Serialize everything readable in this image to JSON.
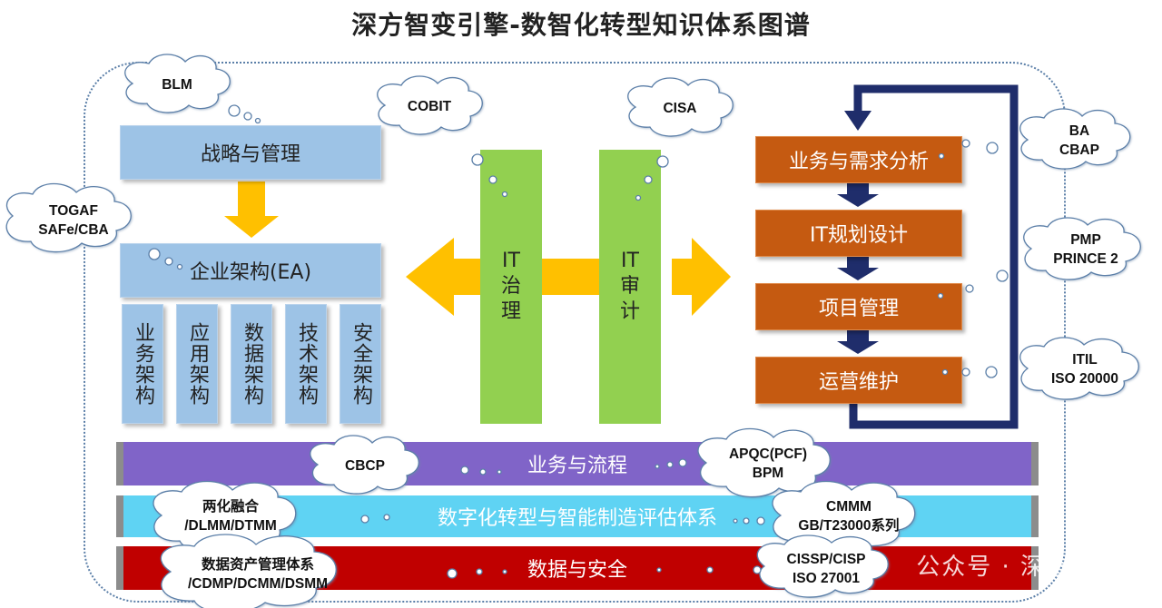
{
  "title": "深方智变引擎-数智化转型知识体系图谱",
  "left": {
    "strategy": "战略与管理",
    "ea": "企业架构(EA)",
    "columns": [
      "业务架构",
      "应用架构",
      "数据架构",
      "技术架构",
      "安全架构"
    ]
  },
  "center": {
    "governance": "IT\n治\n理",
    "audit": "IT\n审\n计"
  },
  "right": {
    "steps": [
      "业务与需求分析",
      "IT规划设计",
      "项目管理",
      "运营维护"
    ]
  },
  "bands": [
    "业务与流程",
    "数字化转型与智能制造评估体系",
    "数据与安全"
  ],
  "clouds": {
    "blm": "BLM",
    "cobit": "COBIT",
    "cisa": "CISA",
    "togaf": "TOGAF\nSAFe/CBA",
    "ba": "BA\nCBAP",
    "pmp": "PMP\nPRINCE 2",
    "itil": "ITIL\nISO 20000",
    "cbcp": "CBCP",
    "apqc": "APQC(PCF)\nBPM",
    "lhrh": "两化融合\n/DLMM/DTMM",
    "cmmm": "CMMM\nGB/T23000系列",
    "sjzc": "数据资产管理体系\n/CDMP/DCMM/DSMM",
    "cissp": "CISSP/CISP\nISO 27001"
  },
  "watermark": "公众号 · 深方智库",
  "colors": {
    "blue_box": "#9dc3e6",
    "green_bar": "#92d050",
    "orange_box": "#c55a11",
    "gold_arrow": "#ffc000",
    "navy_arrow": "#1f2d6b",
    "band_purple": "#8064c8",
    "band_cyan": "#5fd3f3",
    "band_red": "#c00000"
  }
}
